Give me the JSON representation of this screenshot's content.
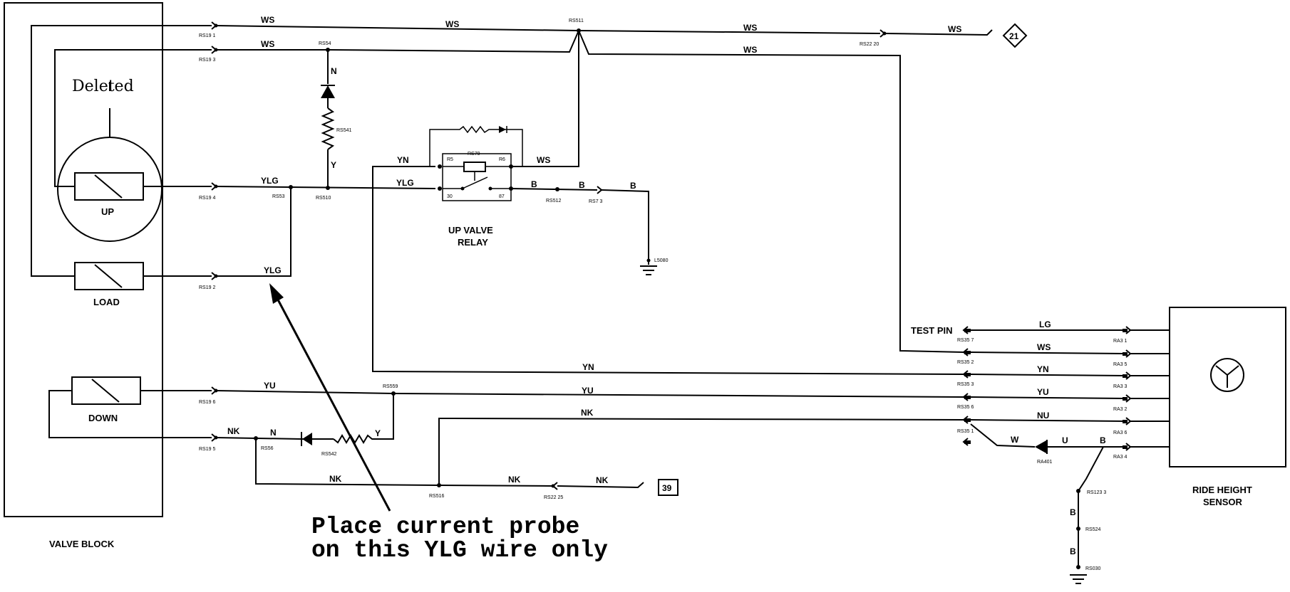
{
  "diagram": {
    "wire_colors": {
      "ws": "WS",
      "ylg": "YLG",
      "yn": "YN",
      "y": "Y",
      "n": "N",
      "yu": "YU",
      "nk": "NK",
      "b": "B",
      "lg": "LG",
      "nu": "NU",
      "w": "W",
      "u": "U"
    },
    "components": {
      "valve_block": "VALVE BLOCK",
      "up": "UP",
      "load": "LOAD",
      "down": "DOWN",
      "relay_line1": "UP VALVE",
      "relay_line2": "RELAY",
      "sensor_line1": "RIDE HEIGHT",
      "sensor_line2": "SENSOR",
      "test_pin": "TEST PIN",
      "deleted_note": "Deleted"
    },
    "references": {
      "ref_21": "21",
      "ref_39": "39"
    },
    "pin_labels": {
      "rs19_1": "RS19 1",
      "rs19_3": "RS19 3",
      "rs19_4": "RS19 4",
      "rs19_2": "RS19 2",
      "rs19_6": "RS19 6",
      "rs19_5": "RS19 5",
      "rs54": "RS54",
      "rs511": "RS511",
      "rs53": "RS53",
      "rs510": "RS510",
      "rs541": "RS541",
      "rs559": "RS559",
      "rs56": "RS56",
      "rs542": "RS542",
      "rs5516": "RS516",
      "rs522_20": "RS22 20",
      "rs522_25": "RS22 25",
      "r5": "R5",
      "r6": "R6",
      "r30": "30",
      "r87": "87",
      "rs579": "RS79",
      "rs512": "RS512",
      "rs57_3": "RS7 3",
      "l5080": "L5080",
      "rs35_7": "RS35 7",
      "rs35_2": "RS35 2",
      "rs35_3": "RS35 3",
      "rs35_6": "RS35 6",
      "rs35_1": "RS35 1",
      "ra3_1": "RA3 1",
      "ra3_5": "RA3 5",
      "ra3_3": "RA3 3",
      "ra3_2": "RA3 2",
      "ra3_6": "RA3 6",
      "ra3_4": "RA3 4",
      "ra401": "RA401",
      "rs123_3": "RS123 3",
      "rs524": "RS524",
      "rs5030": "RS030"
    },
    "annotation": {
      "line1": "Place current probe",
      "line2": "on this YLG wire only"
    }
  }
}
